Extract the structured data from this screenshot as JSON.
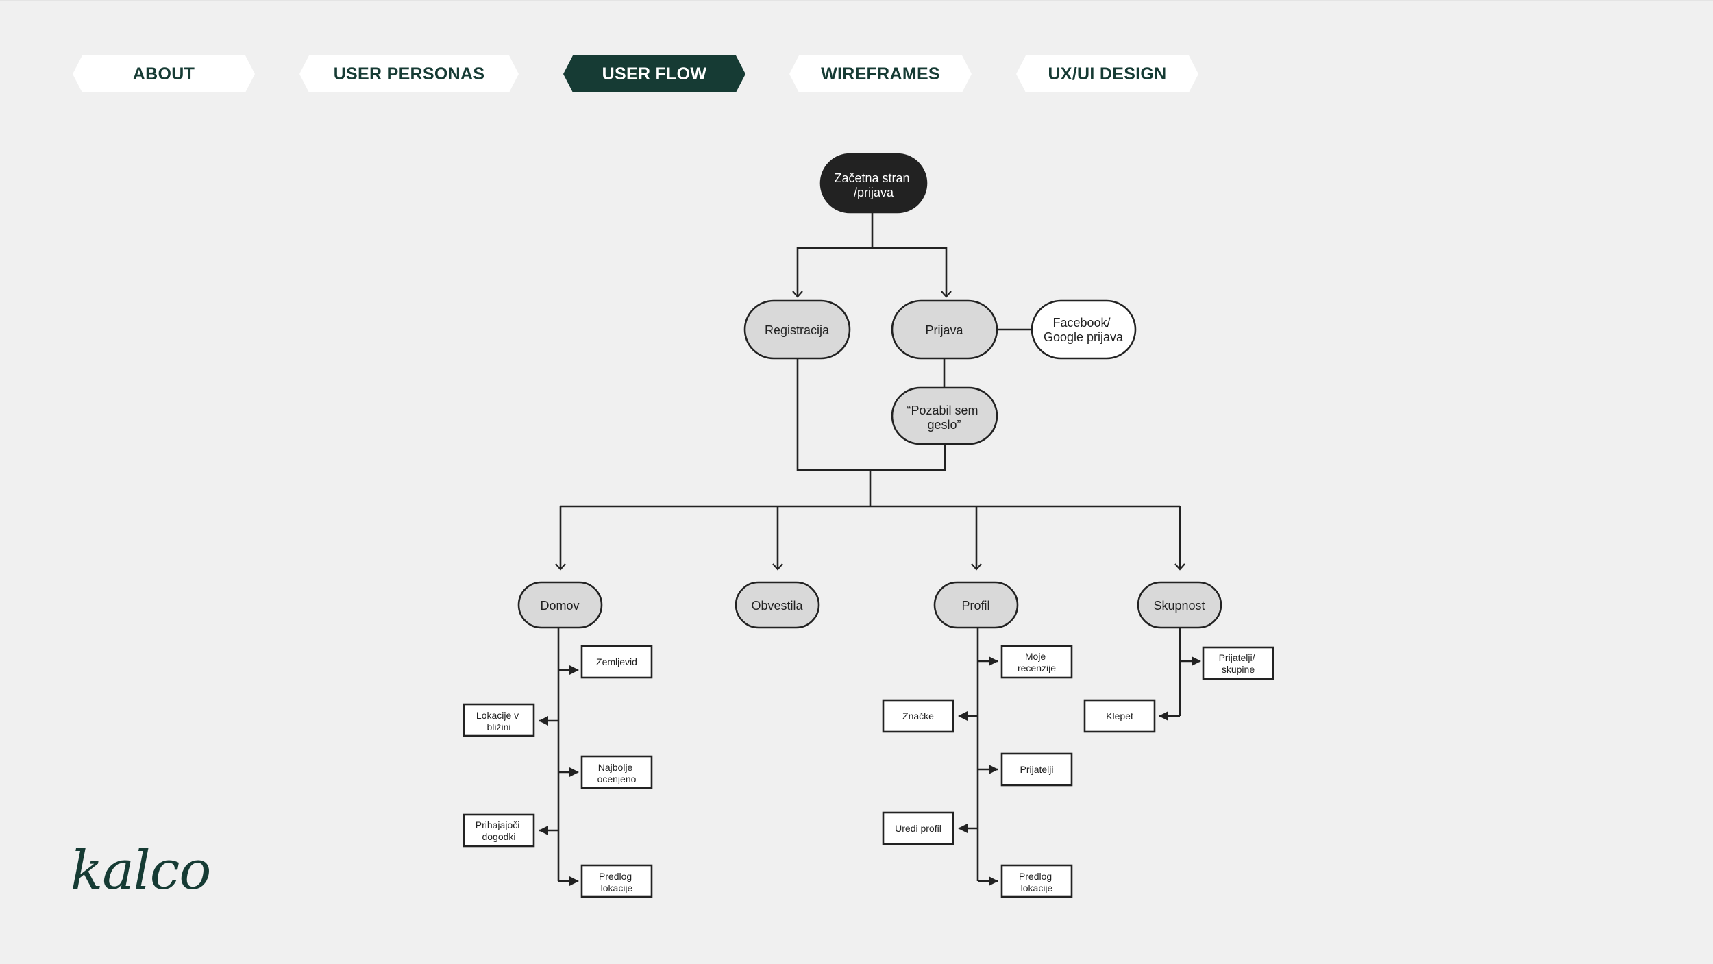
{
  "nav": {
    "tabs": [
      {
        "label": "ABOUT",
        "active": false
      },
      {
        "label": "USER PERSONAS",
        "active": false
      },
      {
        "label": "USER FLOW",
        "active": true
      },
      {
        "label": "WIREFRAMES",
        "active": false
      },
      {
        "label": "UX/UI DESIGN",
        "active": false
      }
    ]
  },
  "colors": {
    "background": "#f0f0f0",
    "accent": "#163b34",
    "start_node": "#222222",
    "pill_node": "#d9d9d9",
    "box_node": "#ffffff",
    "line": "#222222"
  },
  "flow": {
    "start": [
      "Začetna stran",
      "/prijava"
    ],
    "registracija": [
      "Registracija"
    ],
    "prijava": [
      "Prijava"
    ],
    "social": [
      "Facebook/",
      "Google prijava"
    ],
    "forgot": [
      "“Pozabil sem",
      "geslo”"
    ],
    "domov": [
      "Domov"
    ],
    "obvestila": [
      "Obvestila"
    ],
    "profil": [
      "Profil"
    ],
    "skupnost": [
      "Skupnost"
    ],
    "domov_items": {
      "zemljevid": [
        "Zemljevid"
      ],
      "lokacije": [
        "Lokacije v",
        "bližini"
      ],
      "najbolje": [
        "Najbolje",
        "ocenjeno"
      ],
      "prihajajoci": [
        "Prihajajoči",
        "dogodki"
      ],
      "predlog": [
        "Predlog",
        "lokacije"
      ]
    },
    "profil_items": {
      "recenzije": [
        "Moje",
        "recenzije"
      ],
      "znacke": [
        "Značke"
      ],
      "prijatelji": [
        "Prijatelji"
      ],
      "uredi": [
        "Uredi profil"
      ],
      "predlog": [
        "Predlog",
        "lokacije"
      ]
    },
    "skupnost_items": {
      "skupine": [
        "Prijatelji/",
        "skupine"
      ],
      "klepet": [
        "Klepet"
      ]
    }
  },
  "logo": "kalco"
}
